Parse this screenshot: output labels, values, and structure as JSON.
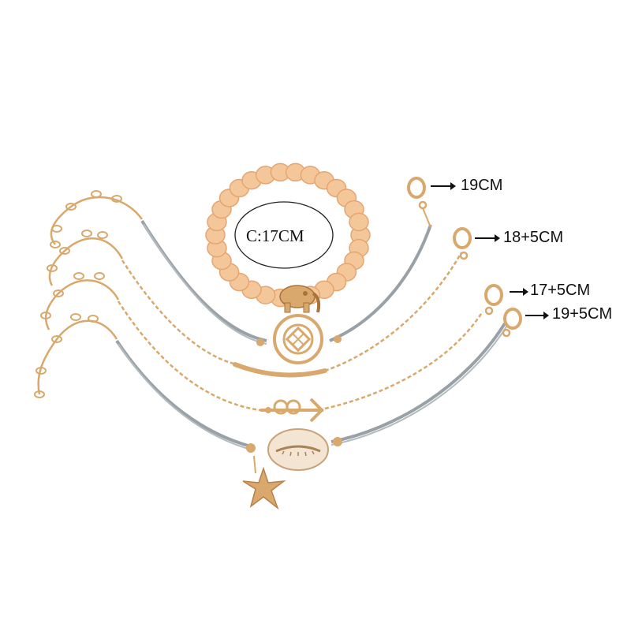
{
  "colors": {
    "bead": "#f4c79a",
    "bead_shadow": "#e6a570",
    "gold": "#d9a86c",
    "gold_dark": "#b88246",
    "cord": "#9aa1a6",
    "shell": "#f3e5d2"
  },
  "icons": [
    "elephant-charm-icon",
    "filigree-charm-icon",
    "anchor-charm-icon",
    "cowrie-shell-icon",
    "starfish-charm-icon"
  ],
  "labels": {
    "circumference": "C:17CM",
    "sizes": [
      "19CM",
      "18+5CM",
      "17+5CM",
      "19+5CM"
    ]
  }
}
